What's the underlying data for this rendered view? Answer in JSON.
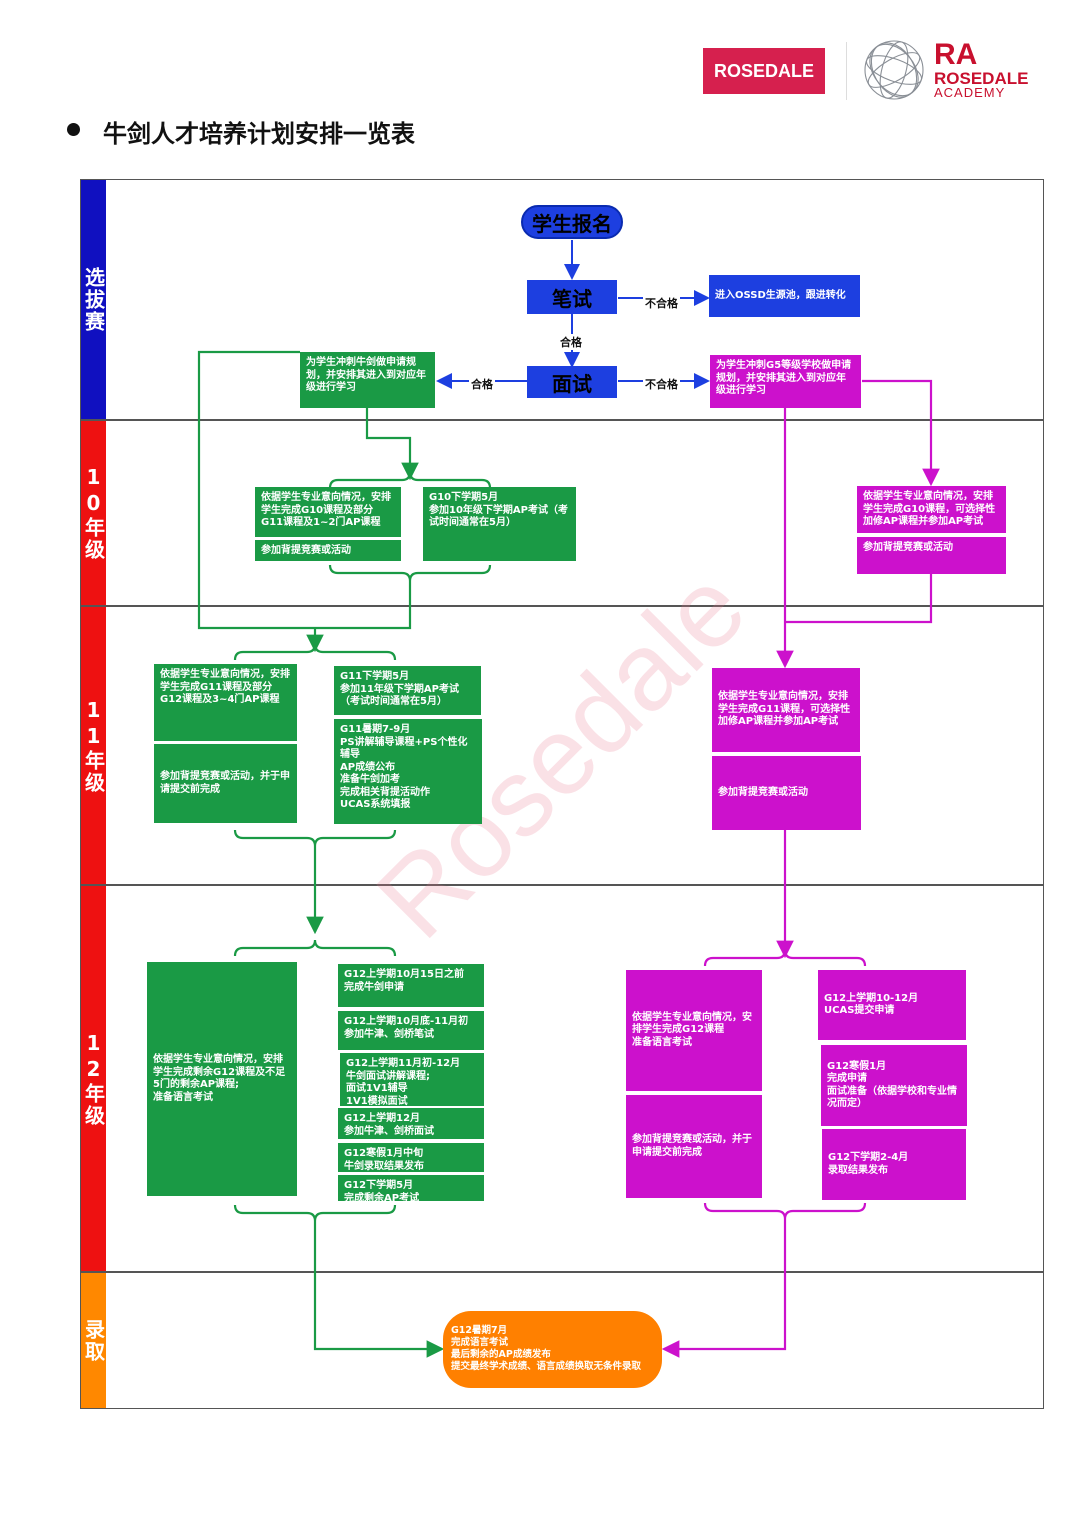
{
  "header": {
    "logo_badge": "ROSEDALE",
    "logo_ra": "RA",
    "logo_name": "ROSEDALE",
    "logo_sub": "ACADEMY"
  },
  "title": "牛剑人才培养计划安排一览表",
  "watermark": "Rosedale",
  "colors": {
    "green": "#1a9a45",
    "magenta": "#cc11cc",
    "blue": "#1d3fe0",
    "orange": "#ff8000",
    "band_selection": "#1010c0",
    "band_grade": "#ee1111",
    "band_admission": "#ff8800"
  },
  "bands": {
    "selection": "选拔赛",
    "g10": "10年级",
    "g11": "11年级",
    "g12": "12年级",
    "admission": "录取"
  },
  "nodes": {
    "signup": "学生报名",
    "written": "笔试",
    "interview": "面试",
    "ossd": "进入OSSD生源池，跟进转化",
    "oxbridge_plan": "为学生冲刺牛剑做申请规划，并安排其进入到对应年级进行学习",
    "g5_plan": "为学生冲刺G5等级学校做申请规划，并安排其进入到对应年级进行学习",
    "g10_green_a": "依据学生专业意向情况，安排学生完成G10课程及部分G11课程及1~2门AP课程",
    "g10_green_b": "参加背提竞赛或活动",
    "g10_green_c": "G10下学期5月\n参加10年级下学期AP考试（考试时间通常在5月）",
    "g10_mag_a": "依据学生专业意向情况，安排学生完成G10课程，可选择性加修AP课程并参加AP考试",
    "g10_mag_b": "参加背提竞赛或活动",
    "g11_green_a": "依据学生专业意向情况，安排学生完成G11课程及部分G12课程及3~4门AP课程",
    "g11_green_b": "参加背提竞赛或活动，并于申请提交前完成",
    "g11_green_c": "G11下学期5月\n参加11年级下学期AP考试（考试时间通常在5月）",
    "g11_green_d": "G11暑期7-9月\nPS讲解辅导课程+PS个性化辅导\nAP成绩公布\n准备牛剑加考\n完成相关背提活动作\nUCAS系统填报",
    "g11_mag_a": "依据学生专业意向情况，安排学生完成G11课程，可选择性加修AP课程并参加AP考试",
    "g11_mag_b": "参加背提竞赛或活动",
    "g12_green_a": "依据学生专业意向情况，安排学生完成剩余G12课程及不足5门的剩余AP课程;\n准备语言考试",
    "g12_green_t1": "G12上学期10月15日之前\n完成牛剑申请",
    "g12_green_t2": "G12上学期10月底-11月初\n参加牛津、剑桥笔试",
    "g12_green_t3": "G12上学期11月初-12月\n牛剑面试讲解课程;\n面试1V1辅导\n1V1模拟面试",
    "g12_green_t4": "G12上学期12月\n参加牛津、剑桥面试",
    "g12_green_t5": "G12寒假1月中旬\n牛剑录取结果发布",
    "g12_green_t6": "G12下学期5月\n完成剩余AP考试",
    "g12_mag_a": "依据学生专业意向情况，安排学生完成G12课程\n准备语言考试",
    "g12_mag_b": "参加背提竞赛或活动，并于申请提交前完成",
    "g12_mag_t1": "G12上学期10-12月\nUCAS提交申请",
    "g12_mag_t2": "G12寒假1月\n完成申请\n面试准备（依据学校和专业情况而定）",
    "g12_mag_t3": "G12下学期2-4月\n录取结果发布",
    "final": "G12暑期7月\n完成语言考试\n最后剩余的AP成绩发布\n提交最终学术成绩、语言成绩换取无条件录取"
  },
  "edge_labels": {
    "fail_written": "不合格",
    "pass_written": "合格",
    "pass_interview": "合格",
    "fail_interview": "不合格"
  }
}
